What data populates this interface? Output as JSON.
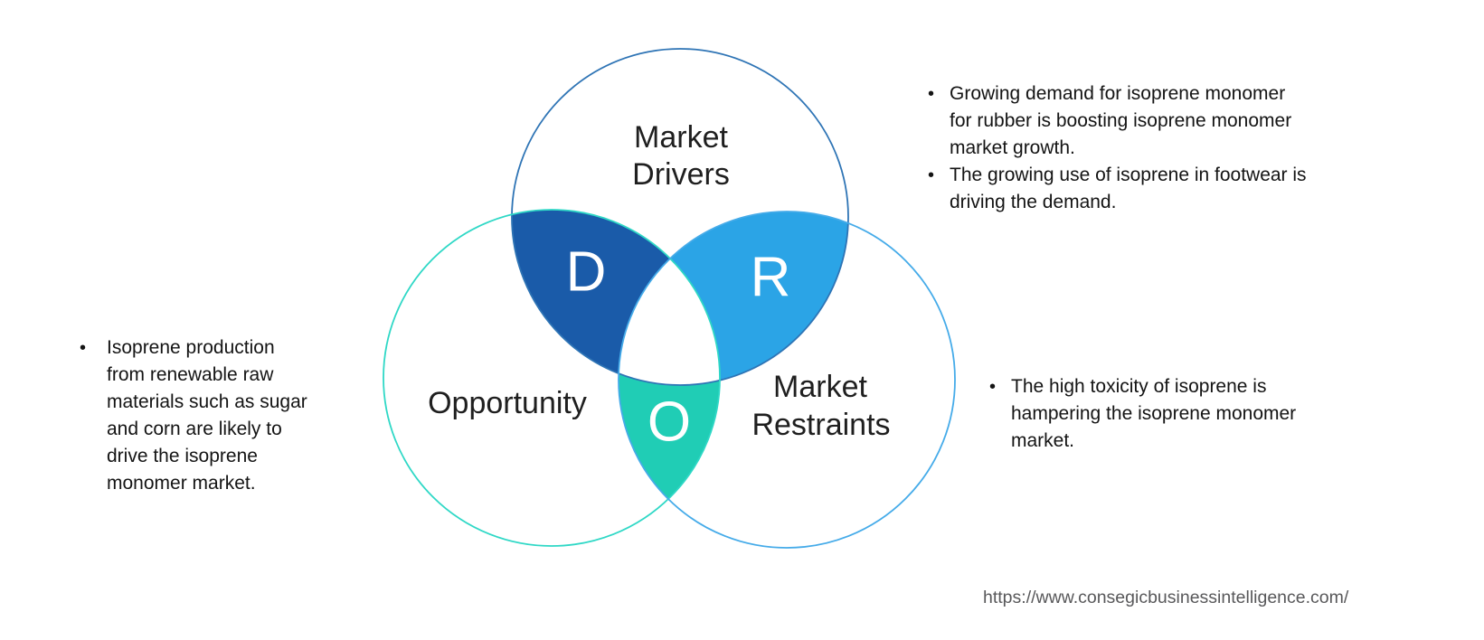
{
  "diagram": {
    "circle_labels": {
      "drivers": {
        "line1": "Market",
        "line2": "Drivers"
      },
      "opportunity": {
        "line1": "Opportunity"
      },
      "restraints": {
        "line1": "Market",
        "line2": "Restraints"
      }
    },
    "strokes": {
      "drivers": "#2e74b5",
      "opportunity": "#2fd8c6",
      "restraints": "#45abe9"
    },
    "regions": {
      "d": {
        "letter": "D",
        "fill": "#1a5ba9"
      },
      "r": {
        "letter": "R",
        "fill": "#2ba4e6"
      },
      "o": {
        "letter": "O",
        "fill": "#20cdb5"
      },
      "center_fill": "#ffffff",
      "letter_color": "#ffffff"
    }
  },
  "notes": {
    "drivers": [
      {
        "lines": [
          "Growing demand for isoprene monomer",
          "for rubber is boosting isoprene monomer",
          "market growth."
        ]
      },
      {
        "lines": [
          "The growing use of isoprene in footwear is",
          "driving the demand."
        ]
      }
    ],
    "opportunity": [
      {
        "lines": [
          "Isoprene production",
          "from renewable raw",
          "materials such as sugar",
          "and corn are likely to",
          "drive the isoprene",
          "monomer market."
        ]
      }
    ],
    "restraints": [
      {
        "lines": [
          "The high toxicity of isoprene is",
          "hampering the isoprene monomer",
          "market."
        ]
      }
    ]
  },
  "footer": {
    "source_url": "https://www.consegicbusinessintelligence.com/"
  }
}
